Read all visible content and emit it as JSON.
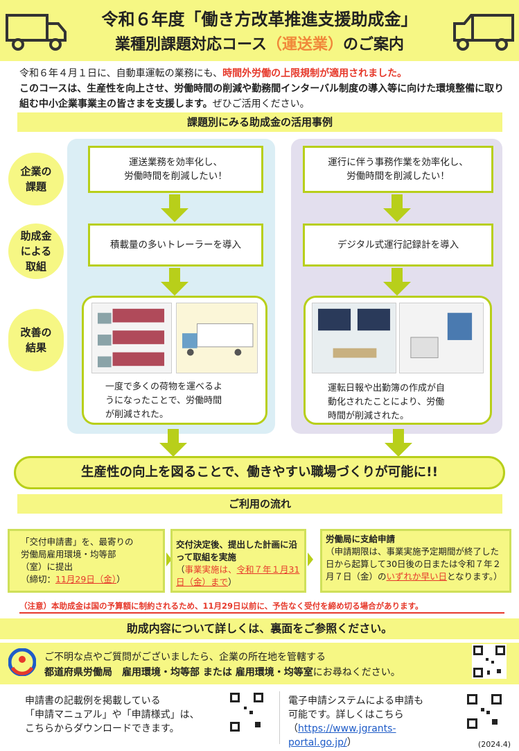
{
  "header": {
    "title_line1": "令和６年度「働き方改革推進支援助成金」",
    "title_line2_pre": "業種別課題対応コース",
    "title_line2_accent": "（運送業）",
    "title_line2_post": "のご案内",
    "accent_color": "#f0883a",
    "bg_color": "#f6f784"
  },
  "intro": {
    "p1_a": "令和６年４月１日に、自動車運転の業務にも、",
    "p1_red": "時間外労働の上限規制が適用されました。",
    "p2_bold": "このコースは、生産性を向上させ、労働時間の削減や勤務間インターバル制度の導入等に向けた環境整備に取り組む中小企業事業主の皆さまを支援します。",
    "p2_tail": "ぜひご活用ください。"
  },
  "cases": {
    "section_title": "課題別にみる助成金の活用事例",
    "labels": [
      "企業の\n課題",
      "助成金\nによる\n取組",
      "改善の\n結果"
    ],
    "left": {
      "issue": "運送業務を効率化し、\n労働時間を削減したい！",
      "action": "積載量の多いトレーラーを導入",
      "result": "一度で多くの荷物を運べるよ\nうになったことで、労働時間\nが削減された。"
    },
    "right": {
      "issue": "運行に伴う事務作業を効率化し、\n労働時間を削減したい！",
      "action": "デジタル式運行記録計を導入",
      "result": "運転日報や出勤簿の作成が自\n動化されたことにより、労働\n時間が削減された。"
    }
  },
  "banner": "生産性の向上を図ることで、働きやすい職場づくりが可能に!!",
  "flow": {
    "section_title": "ご利用の流れ",
    "step1_a": "「交付申請書」を、最寄りの",
    "step1_b": "労働局雇用環境・均等部",
    "step1_c": "（室）に提出",
    "step1_d_pre": "（締切：",
    "step1_d_red": "11月29日（金）",
    "step1_d_post": "）",
    "step2_title": "交付決定後、提出した計画に沿って取組を実施",
    "step2_pre": "（",
    "step2_red_a": "事業実施は、",
    "step2_red_b": "令和７年１月31日（金）まで",
    "step2_post": "）",
    "step3_title": "労働局に支給申請",
    "step3_body": "（申請期限は、事業実施予定期間が終了した日から起算して30日後の日または令和７年２月７日（金）の",
    "step3_red": "いずれか早い日",
    "step3_tail": "となります。）"
  },
  "notice": {
    "a": "（注意）本助成金は国の予算額に制約されるため、",
    "red": "11月29日以前に、予告なく受付を締め切る場合があります。"
  },
  "detail_bar": "助成内容について詳しくは、裏面をご参照ください。",
  "contact": {
    "line1": "ご不明な点やご質問がございましたら、企業の所在地を管轄する",
    "line2_bold": "都道府県労働局　雇用環境・均等部 または 雇用環境・均等室",
    "line2_tail": "にお尋ねください。"
  },
  "bottom_left": {
    "l1": "申請書の記載例を掲載している",
    "l2": "「申請マニュアル」や「申請様式」は、",
    "l3": "こちらからダウンロードできます。"
  },
  "bottom_right": {
    "l1": "電子申請システムによる申請も",
    "l2": "可能です。詳しくはこちら",
    "l3_pre": "（",
    "l3_link": "https://www.jgrants-",
    "l4_link": "portal.go.jp/",
    "l4_post": "）"
  },
  "date": "(2024.4)"
}
